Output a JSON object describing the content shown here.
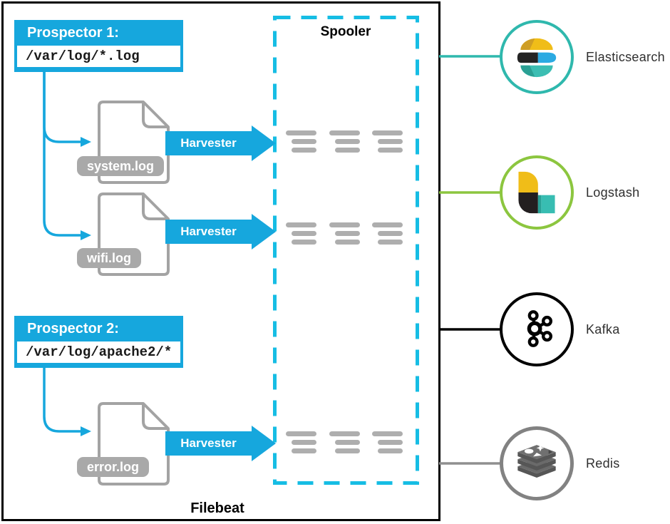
{
  "filebeat": {
    "label": "Filebeat"
  },
  "spooler": {
    "label": "Spooler"
  },
  "harvester_label": "Harvester",
  "prospectors": [
    {
      "title": "Prospector 1:",
      "path": "/var/log/*.log"
    },
    {
      "title": "Prospector 2:",
      "path": "/var/log/apache2/*"
    }
  ],
  "log_files": [
    "system.log",
    "wifi.log",
    "error.log"
  ],
  "outputs": [
    {
      "label": "Elasticsearch",
      "icon": "elasticsearch-icon",
      "color": "#2fb8ad"
    },
    {
      "label": "Logstash",
      "icon": "logstash-icon",
      "color": "#8cc63f"
    },
    {
      "label": "Kafka",
      "icon": "kafka-icon",
      "color": "#000000"
    },
    {
      "label": "Redis",
      "icon": "redis-icon",
      "color": "#828282"
    }
  ],
  "colors": {
    "flow_blue": "#16a7dd",
    "spooler_dash": "#16bde4",
    "file_gray": "#a3a3a3",
    "event_bar_gray": "#aeaeae"
  }
}
